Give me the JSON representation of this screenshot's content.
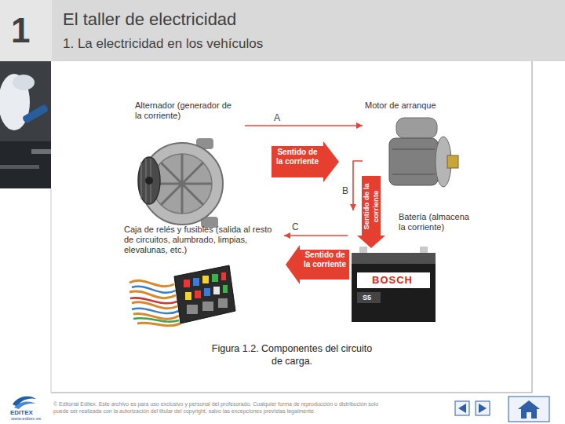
{
  "diagram": {
    "title": "El taller de electricidad",
    "caption": "Figura 1.2. Componentes del circuito de carga.",
    "nodes": [
      {
        "text": [
          "Alternador (generador de la corriente)"
        ]
      },
      {
        "text": [
          "Motor de arranque"
        ]
      },
      {
        "text": [
          "Batería (almacena la corriente)"
        ]
      },
      {
        "text": [
          "Caja de relés y fusibles (salida al resto de circuitos, alumbrado, limpias, elevalunas, etc.)"
        ]
      }
    ],
    "edges": [
      {
        "from": 0,
        "to": 1,
        "label": "A",
        "arrow": "to"
      },
      {
        "from": 1,
        "to": 2,
        "label": "B",
        "arrow": "to"
      },
      {
        "from": 2,
        "to": 3,
        "label": "C",
        "arrow": "to"
      }
    ],
    "labels": [
      "1",
      "1. La electricidad en los vehículos",
      "Sentido de la corriente",
      "Sentido de la corriente",
      "Sentido de la corriente",
      "BOSCH",
      "S5",
      "EDITEX",
      "www.editex.es",
      "© Editorial Editex. Este archivo es para uso exclusivo y personal del profesorado. Cualquier forma de reproducción o distribución solo puede ser realizada con la autorización del titular del copyright, salvo las excepciones previstas legalmente."
    ]
  }
}
